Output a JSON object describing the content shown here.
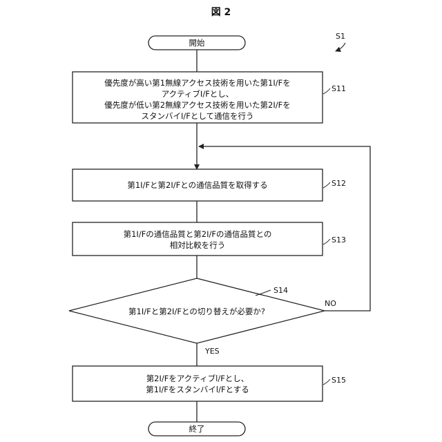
{
  "figure_title": "図 2",
  "flow_label": "S1",
  "start_label": "開始",
  "end_label": "終了",
  "steps": {
    "s11": {
      "label": "S11",
      "lines": [
        "優先度が高い第1無線アクセス技術を用いた第1I/Fを",
        "アクティブI/Fとし、",
        "優先度が低い第2無線アクセス技術を用いた第2I/Fを",
        "スタンバイI/Fとして通信を行う"
      ]
    },
    "s12": {
      "label": "S12",
      "lines": [
        "第1I/Fと第2I/Fとの通信品質を取得する"
      ]
    },
    "s13": {
      "label": "S13",
      "lines": [
        "第1I/Fの通信品質と第2I/Fの通信品質との",
        "相対比較を行う"
      ]
    },
    "s14": {
      "label": "S14",
      "question": "第1I/Fと第2I/Fとの切り替えが必要か?",
      "yes": "YES",
      "no": "NO"
    },
    "s15": {
      "label": "S15",
      "lines": [
        "第2I/Fをアクティブl/Fとし、",
        "第1I/Fをスタンバイl/Fとする"
      ]
    }
  }
}
